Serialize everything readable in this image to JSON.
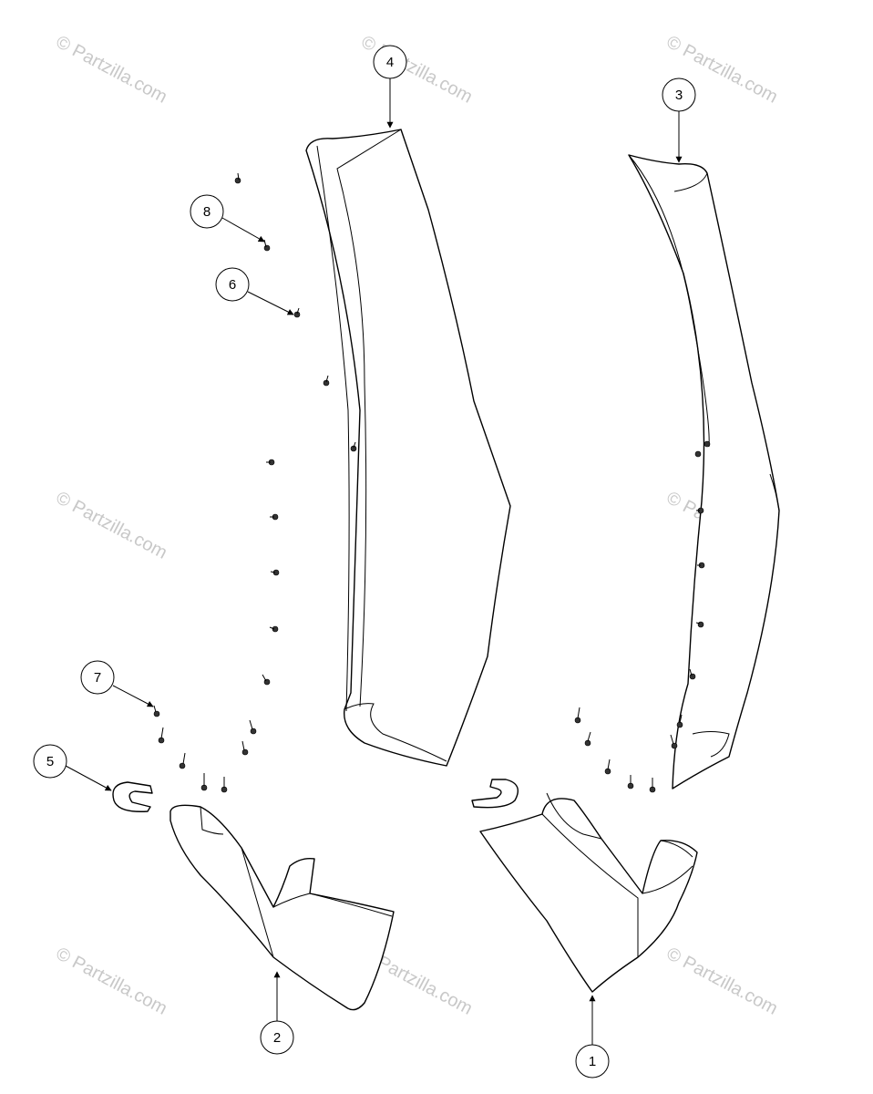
{
  "watermark": "© Partzilla.com",
  "callouts": [
    {
      "id": "1",
      "label": "1"
    },
    {
      "id": "2",
      "label": "2"
    },
    {
      "id": "3",
      "label": "3"
    },
    {
      "id": "4",
      "label": "4"
    },
    {
      "id": "5",
      "label": "5"
    },
    {
      "id": "6",
      "label": "6"
    },
    {
      "id": "7",
      "label": "7"
    },
    {
      "id": "8",
      "label": "8"
    }
  ],
  "colors": {
    "line": "#000000",
    "watermark": "#c8c8c8",
    "background": "#ffffff"
  }
}
